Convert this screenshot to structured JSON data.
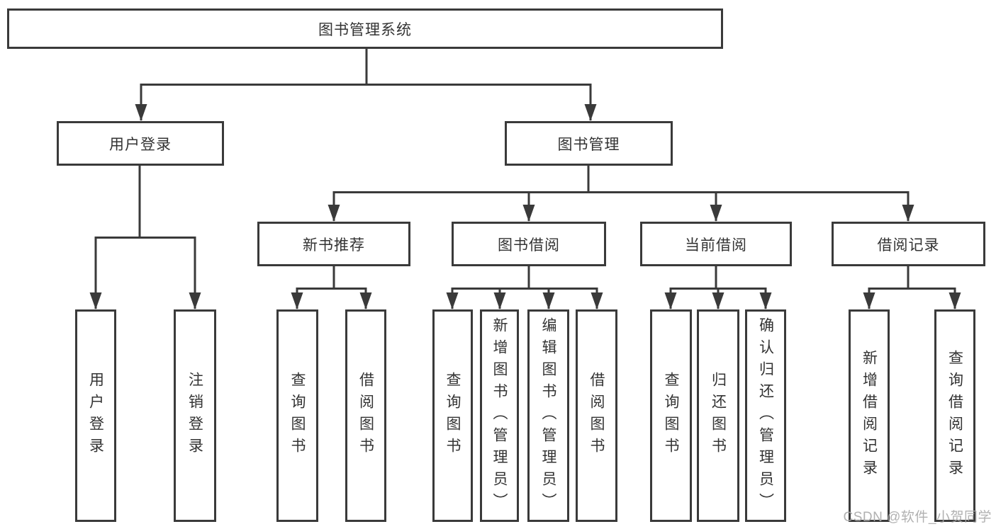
{
  "diagram": {
    "root": {
      "label": "图书管理系统"
    },
    "level2": [
      {
        "label": "用户登录"
      },
      {
        "label": "图书管理"
      }
    ],
    "level3": [
      {
        "label": "新书推荐"
      },
      {
        "label": "图书借阅"
      },
      {
        "label": "当前借阅"
      },
      {
        "label": "借阅记录"
      }
    ],
    "leaves": {
      "user_login": [
        "用户登录",
        "注销登录"
      ],
      "new_book_recommend": [
        "查询图书",
        "借阅图书"
      ],
      "book_borrow": [
        "查询图书",
        "新增图书（管理员）",
        "编辑图书（管理员）",
        "借阅图书"
      ],
      "current_borrow": [
        "查询图书",
        "归还图书",
        "确认归还（管理员）"
      ],
      "borrow_records": [
        "新增借阅记录",
        "查询借阅记录"
      ]
    }
  },
  "watermark": "CSDN @软件_小贺同学",
  "colors": {
    "line": "#3a3a3a",
    "box_fill": "#ffffff",
    "text": "#333333",
    "watermark": "#a8a8a8"
  }
}
